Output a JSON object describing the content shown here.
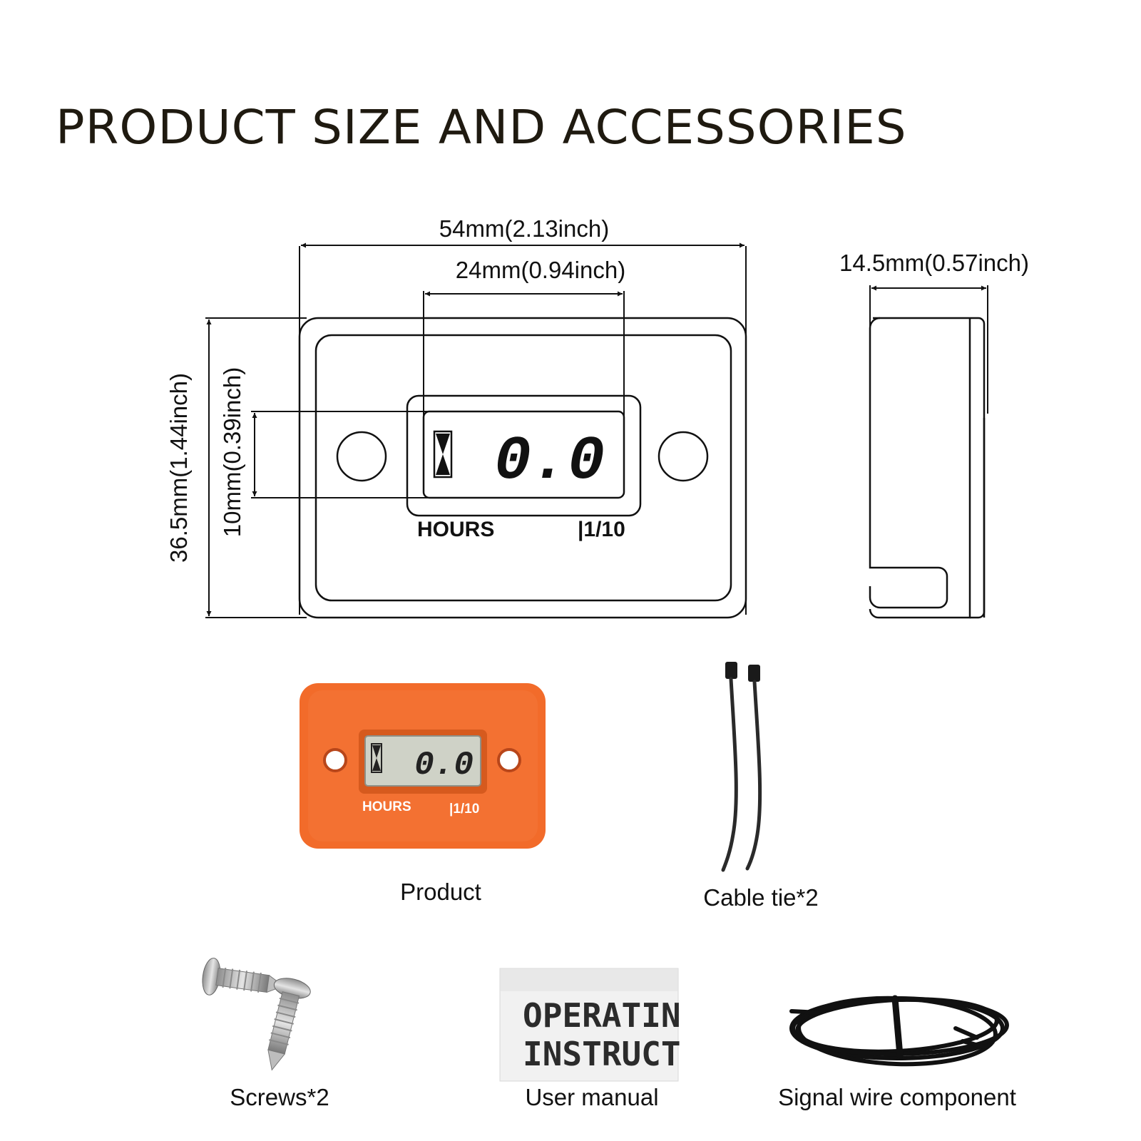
{
  "title": "PRODUCT SIZE AND ACCESSORIES",
  "dimensions": {
    "width": "54mm(2.13inch)",
    "display_width": "24mm(0.94inch)",
    "depth": "14.5mm(0.57inch)",
    "height": "36.5mm(1.44inch)",
    "display_height": "10mm(0.39inch)"
  },
  "drawing": {
    "hours_label": "HOURS",
    "scale_label": "|1/10",
    "reading": "0.0"
  },
  "product_photo": {
    "color": "#f26b2a",
    "hours_label": "HOURS",
    "scale_label": "|1/10",
    "reading": "0.0"
  },
  "accessories": {
    "product": "Product",
    "cable_tie": "Cable tie*2",
    "screws": "Screws*2",
    "manual": "User manual",
    "manual_text_line1": "OPERATIN",
    "manual_text_line2": "INSTRUCT",
    "signal_wire": "Signal wire component"
  }
}
